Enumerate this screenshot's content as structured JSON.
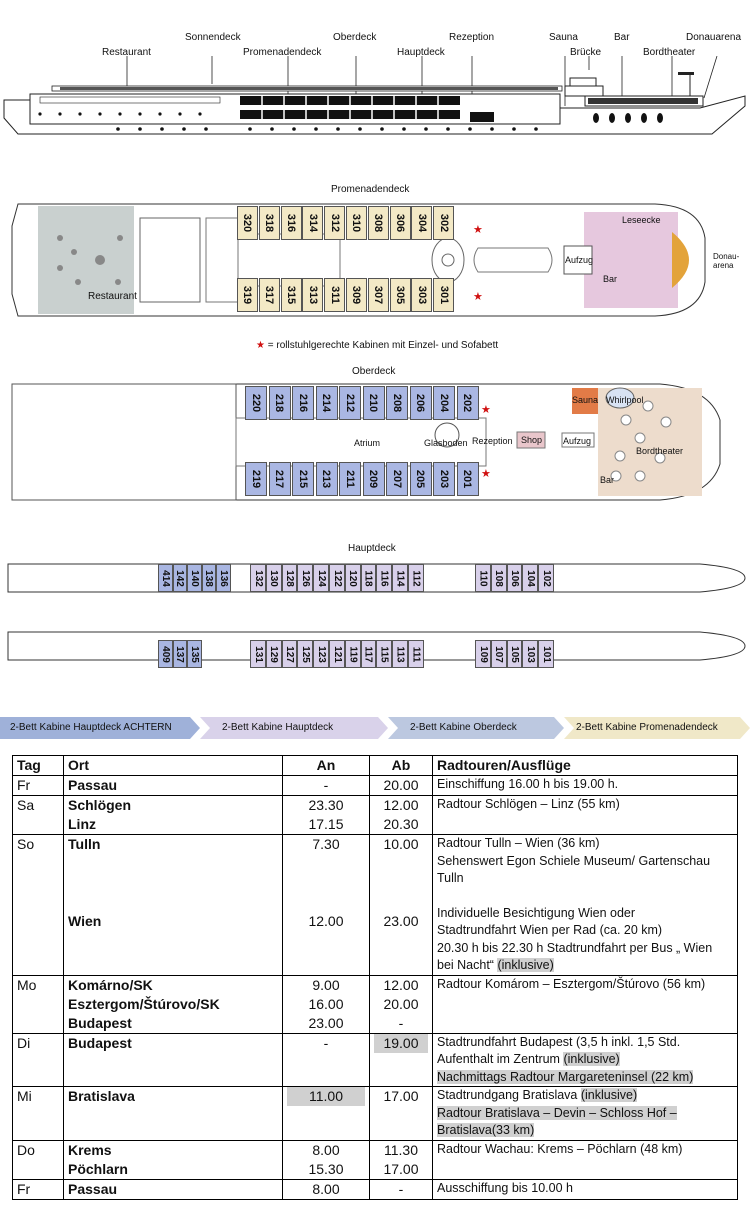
{
  "side_labels": {
    "restaurant": "Restaurant",
    "sonnendeck": "Sonnendeck",
    "promenadendeck": "Promenadendeck",
    "oberdeck": "Oberdeck",
    "hauptdeck": "Hauptdeck",
    "rezeption": "Rezeption",
    "sauna": "Sauna",
    "bruecke": "Brücke",
    "bar": "Bar",
    "bordtheater": "Bordtheater",
    "donauarena": "Donauarena"
  },
  "promenadendeck": {
    "title": "Promenadendeck",
    "top_cabins": [
      "320",
      "318",
      "316",
      "314",
      "312",
      "310",
      "308",
      "306",
      "304",
      "302"
    ],
    "bottom_cabins": [
      "319",
      "317",
      "315",
      "313",
      "311",
      "309",
      "307",
      "305",
      "303",
      "301"
    ],
    "labels": {
      "restaurant": "Restaurant",
      "aufzug": "Aufzug",
      "leseecke": "Leseecke",
      "bar": "Bar",
      "donau": "Donau-",
      "arena": "arena"
    }
  },
  "wheelchair_note": "= rollstuhlgerechte  Kabinen mit Einzel- und Sofabett",
  "oberdeck": {
    "title": "Oberdeck",
    "top_cabins": [
      "220",
      "218",
      "216",
      "214",
      "212",
      "210",
      "208",
      "206",
      "204",
      "202"
    ],
    "bottom_cabins": [
      "219",
      "217",
      "215",
      "213",
      "211",
      "209",
      "207",
      "205",
      "203",
      "201"
    ],
    "labels": {
      "atrium": "Atrium",
      "glasboden": "Glasboden",
      "rezeption": "Rezeption",
      "shop": "Shop",
      "aufzug": "Aufzug",
      "sauna": "Sauna",
      "whirlpool": "Whirlpool",
      "bordtheater": "Bordtheater",
      "bar": "Bar"
    }
  },
  "hauptdeck": {
    "title": "Hauptdeck",
    "top_aft": [
      "414",
      "142",
      "140",
      "138",
      "136"
    ],
    "top_mid": [
      "132",
      "130",
      "128",
      "126",
      "124",
      "122",
      "120",
      "118",
      "116",
      "114",
      "112"
    ],
    "top_fwd": [
      "110",
      "108",
      "106",
      "104",
      "102"
    ],
    "bottom_aft": [
      "409",
      "137",
      "135"
    ],
    "bottom_mid": [
      "131",
      "129",
      "127",
      "125",
      "123",
      "121",
      "119",
      "117",
      "115",
      "113",
      "111"
    ],
    "bottom_fwd": [
      "109",
      "107",
      "105",
      "103",
      "101"
    ]
  },
  "legend": {
    "items": [
      {
        "label": "2-Bett Kabine Hauptdeck ACHTERN",
        "color": "#9fb1d9"
      },
      {
        "label": "2-Bett Kabine Hauptdeck",
        "color": "#d9d2ea"
      },
      {
        "label": "2-Bett Kabine Oberdeck",
        "color": "#bcc8e0"
      },
      {
        "label": "2-Bett Kabine Promenadendeck",
        "color": "#f0e8c8"
      }
    ]
  },
  "colors": {
    "promenade_cabin": "#f3e9c6",
    "oberdeck_cabin": "#aab7e3",
    "hauptdeck_cabin": "#d8d0ea",
    "hauptdeck_aft_cabin": "#a9b6e2",
    "restaurant": "#c9d0cf",
    "lounge": "#d6a3c8",
    "theater": "#eddccc",
    "sauna": "#e27b47",
    "star": "#d01010"
  },
  "schedule": {
    "headers": {
      "tag": "Tag",
      "ort": "Ort",
      "an": "An",
      "ab": "Ab",
      "radtouren": "Radtouren/Ausflüge"
    },
    "rows": [
      {
        "tag": "Fr",
        "orte": [
          "Passau"
        ],
        "an": [
          "-"
        ],
        "ab": [
          "20.00"
        ],
        "tours": [
          "Einschiffung 16.00 h bis 19.00 h."
        ]
      },
      {
        "tag": "Sa",
        "orte": [
          "Schlögen",
          "Linz"
        ],
        "an": [
          "23.30",
          "17.15"
        ],
        "ab": [
          "12.00",
          "20.30"
        ],
        "tours": [
          "Radtour Schlögen –  Linz (55 km)"
        ]
      },
      {
        "tag": "So",
        "orte": [
          "Tulln",
          "Wien"
        ],
        "an": [
          "7.30",
          "12.00"
        ],
        "ab": [
          "10.00",
          "23.00"
        ],
        "tours_a": [
          "Radtour Tulln – Wien (36 km)",
          "Sehenswert Egon Schiele Museum/ Gartenschau",
          "Tulln"
        ],
        "tours_b": [
          "Individuelle Besichtigung Wien oder",
          "Stadtrundfahrt Wien per Rad (ca. 20 km)",
          "20.30 h bis 22.30 h Stadtrundfahrt per Bus „ Wien"
        ],
        "tours_b_last": "bei Nacht“",
        "tours_b_last_hl": "(inklusive)"
      },
      {
        "tag": "Mo",
        "orte": [
          "Komárno/SK",
          "Esztergom/Štúrovo/SK",
          "Budapest"
        ],
        "an": [
          "9.00",
          "16.00",
          "23.00"
        ],
        "ab": [
          "12.00",
          "20.00",
          "-"
        ],
        "tours": [
          "Radtour Komárom – Esztergom/Štúrovo (56 km)"
        ]
      },
      {
        "tag": "Di",
        "orte": [
          "Budapest"
        ],
        "an": [
          "-"
        ],
        "ab": [
          "19.00"
        ],
        "tours_1": "Stadtrundfahrt Budapest (3,5 h inkl. 1,5 Std.",
        "tours_2a": "Aufenthalt im Zentrum",
        "tours_2b": "(inklusive)",
        "tours_3": "Nachmittags Radtour Margareteninsel (22 km)"
      },
      {
        "tag": "Mi",
        "orte": [
          "Bratislava"
        ],
        "an": [
          "11.00"
        ],
        "ab": [
          "17.00"
        ],
        "tours_1a": "Stadtrundgang Bratislava",
        "tours_1b": "(inklusive)",
        "tours_2": "Radtour Bratislava – Devin – Schloss Hof –",
        "tours_3": "Bratislava(33 km)"
      },
      {
        "tag": "Do",
        "orte": [
          "Krems",
          "Pöchlarn"
        ],
        "an": [
          "8.00",
          "15.30"
        ],
        "ab": [
          "11.30",
          "17.00"
        ],
        "tours": [
          "Radtour Wachau: Krems – Pöchlarn (48 km)"
        ]
      },
      {
        "tag": "Fr",
        "orte": [
          "Passau"
        ],
        "an": [
          "8.00"
        ],
        "ab": [
          "-"
        ],
        "tours": [
          "Ausschiffung bis 10.00 h"
        ]
      }
    ]
  }
}
